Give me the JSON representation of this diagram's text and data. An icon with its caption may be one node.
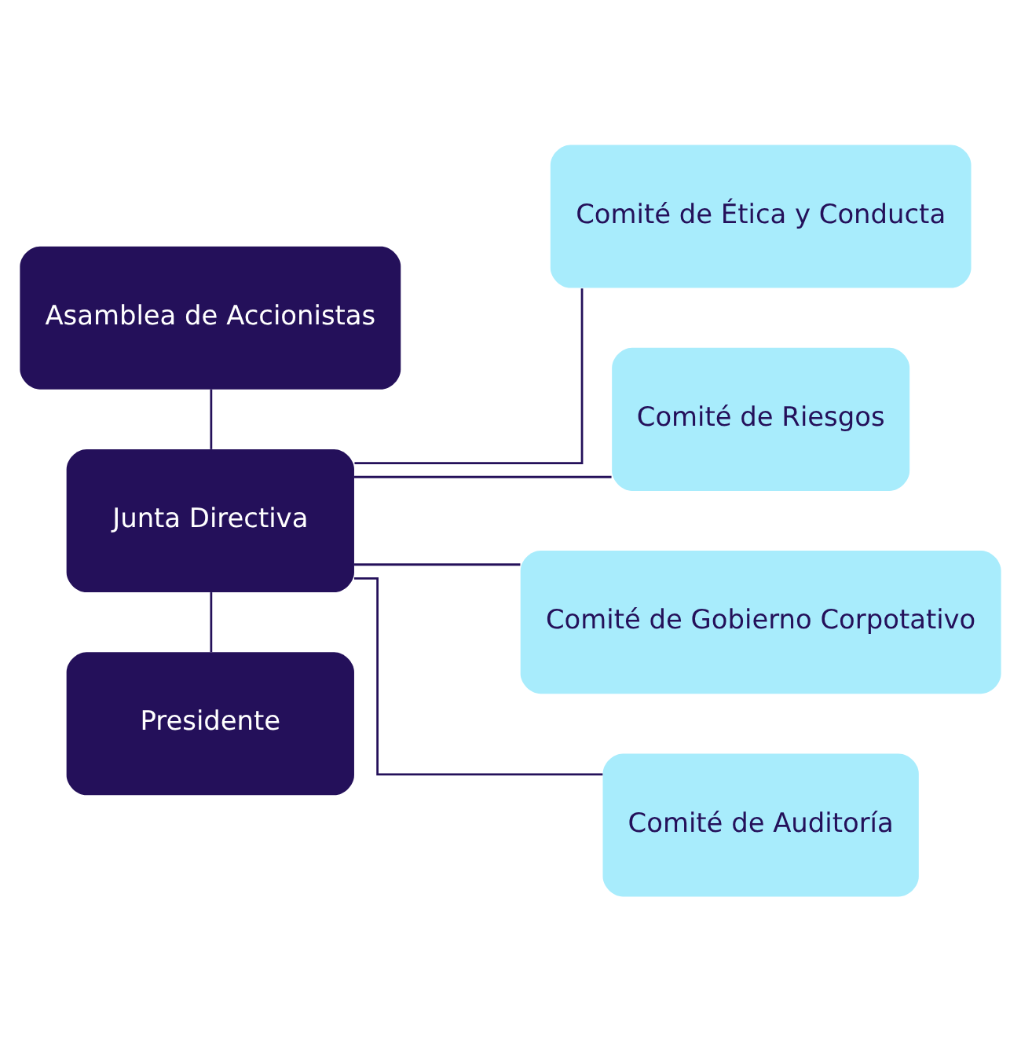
{
  "diagram": {
    "nodes": [
      {
        "text": [
          "Asamblea de Accionistas"
        ]
      },
      {
        "text": [
          "Junta Directiva"
        ]
      },
      {
        "text": [
          "Presidente"
        ]
      },
      {
        "text": [
          "Comité de Ética y Conducta"
        ]
      },
      {
        "text": [
          "Comité de Riesgos"
        ]
      },
      {
        "text": [
          "Comité de Gobierno Corpotativo"
        ]
      },
      {
        "text": [
          "Comité de Auditoría"
        ]
      }
    ],
    "edges": [
      {
        "from": 0,
        "to": 1,
        "arrow": "none"
      },
      {
        "from": 1,
        "to": 2,
        "arrow": "none"
      },
      {
        "from": 1,
        "to": 3,
        "arrow": "none"
      },
      {
        "from": 1,
        "to": 4,
        "arrow": "none"
      },
      {
        "from": 1,
        "to": 5,
        "arrow": "none"
      },
      {
        "from": 1,
        "to": 6,
        "arrow": "none"
      }
    ]
  }
}
